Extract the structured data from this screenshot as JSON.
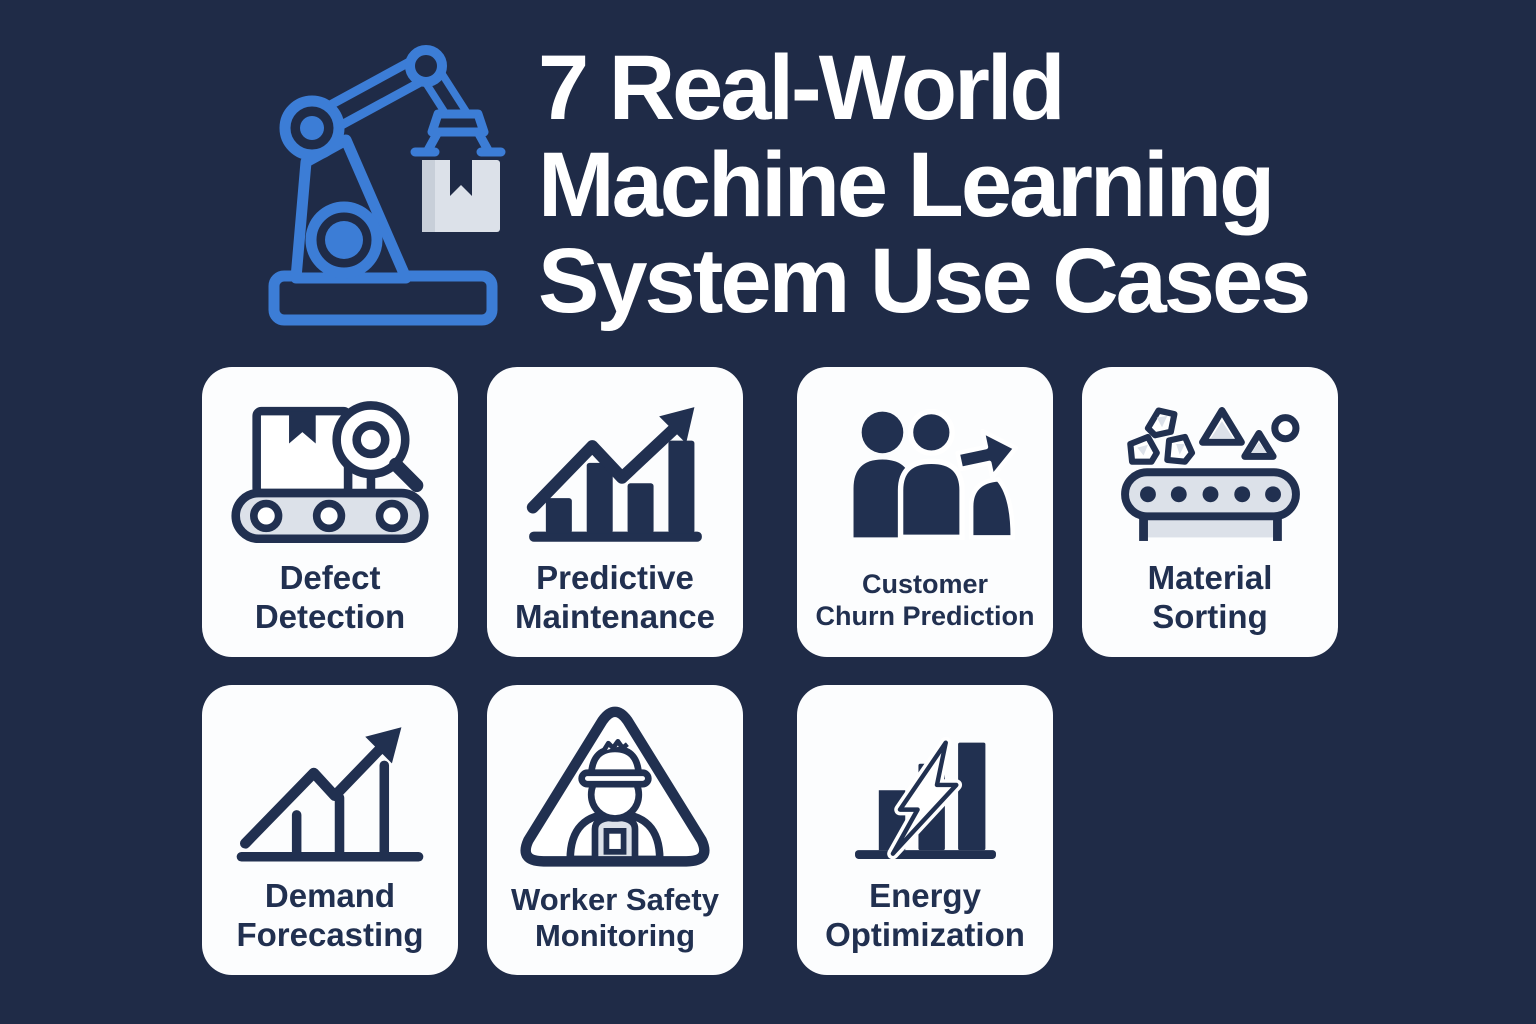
{
  "title": "7 Real-World\nMachine Learning\nSystem Use Cases",
  "hero": {
    "icon": "robot-arm-icon"
  },
  "colors": {
    "background": "#1F2B47",
    "card_background": "#FCFDFE",
    "ink_navy": "#213050",
    "accent_blue": "#3C7DD6",
    "light_gray": "#DCE1E9",
    "title_text": "#FFFFFF"
  },
  "cards": [
    {
      "label": "Defect\nDetection",
      "icon": "defect-detection-icon"
    },
    {
      "label": "Predictive\nMaintenance",
      "icon": "predictive-maintenance-icon"
    },
    {
      "label": "Customer\nChurn Prediction",
      "icon": "customer-churn-icon"
    },
    {
      "label": "Material\nSorting",
      "icon": "material-sorting-icon"
    },
    {
      "label": "Demand\nForecasting",
      "icon": "demand-forecasting-icon"
    },
    {
      "label": "Worker Safety\nMonitoring",
      "icon": "worker-safety-icon"
    },
    {
      "label": "Energy\nOptimization",
      "icon": "energy-optimization-icon"
    }
  ]
}
